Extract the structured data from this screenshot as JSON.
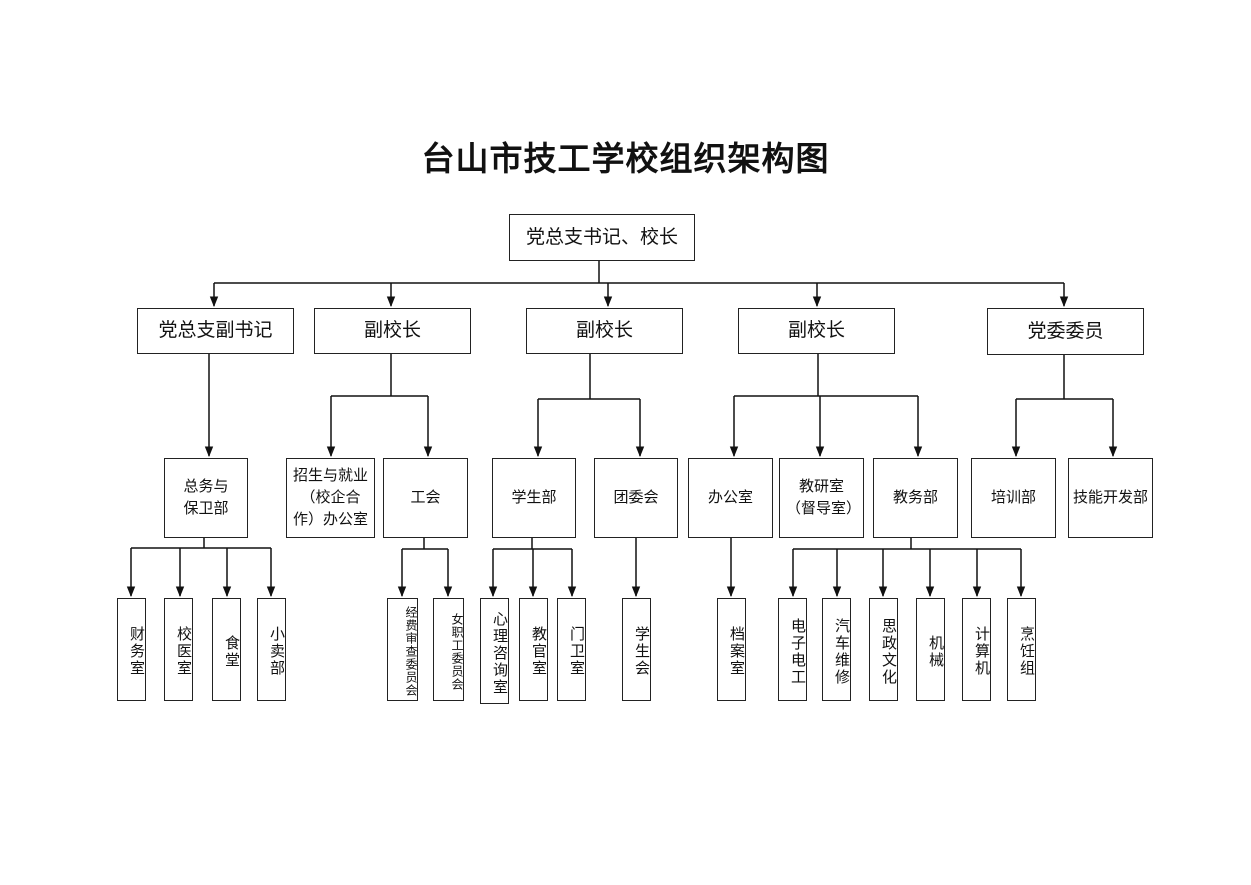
{
  "title": "台山市技工学校组织架构图",
  "root": "党总支书记、校长",
  "level1": [
    {
      "label": "党总支副书记"
    },
    {
      "label": "副校长"
    },
    {
      "label": "副校长"
    },
    {
      "label": "副校长"
    },
    {
      "label": "党委委员"
    }
  ],
  "level2": [
    {
      "label": "总务与保卫部"
    },
    {
      "label": "招生与就业（校企合作）办公室"
    },
    {
      "label": "工会"
    },
    {
      "label": "学生部"
    },
    {
      "label": "团委会"
    },
    {
      "label": "办公室"
    },
    {
      "label": "教研室（督导室）"
    },
    {
      "label": "教务部"
    },
    {
      "label": "培训部"
    },
    {
      "label": "技能开发部"
    }
  ],
  "level3": [
    {
      "label": "财务室"
    },
    {
      "label": "校医室"
    },
    {
      "label": "食堂"
    },
    {
      "label": "小卖部"
    },
    {
      "label": "经费审查委员会"
    },
    {
      "label": "女职工委员会"
    },
    {
      "label": "心理咨询室"
    },
    {
      "label": "教官室"
    },
    {
      "label": "门卫室"
    },
    {
      "label": "学生会"
    },
    {
      "label": "档案室"
    },
    {
      "label": "电子电工"
    },
    {
      "label": "汽车维修"
    },
    {
      "label": "思政文化"
    },
    {
      "label": "机械"
    },
    {
      "label": "计算机"
    },
    {
      "label": "烹饪组"
    }
  ]
}
